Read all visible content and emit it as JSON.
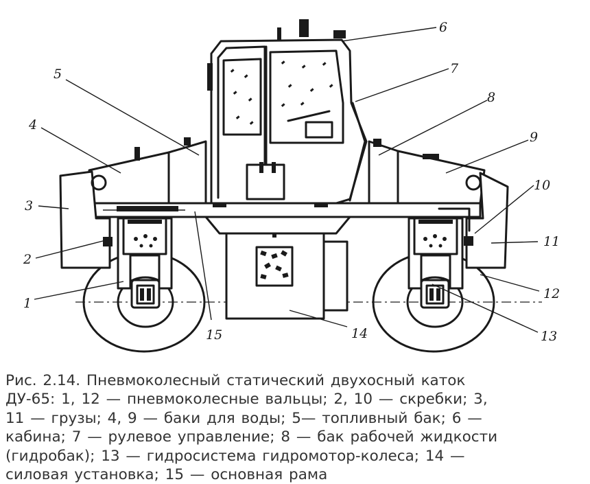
{
  "figure": {
    "labels": [
      {
        "id": "l1",
        "text": "1"
      },
      {
        "id": "l2",
        "text": "2"
      },
      {
        "id": "l3",
        "text": "3"
      },
      {
        "id": "l4",
        "text": "4"
      },
      {
        "id": "l5",
        "text": "5"
      },
      {
        "id": "l6",
        "text": "6"
      },
      {
        "id": "l7",
        "text": "7"
      },
      {
        "id": "l8",
        "text": "8"
      },
      {
        "id": "l9",
        "text": "9"
      },
      {
        "id": "l10",
        "text": "10"
      },
      {
        "id": "l11",
        "text": "11"
      },
      {
        "id": "l12",
        "text": "12"
      },
      {
        "id": "l13",
        "text": "13"
      },
      {
        "id": "l14",
        "text": "14"
      },
      {
        "id": "l15",
        "text": "15"
      }
    ]
  },
  "caption": {
    "lines": [
      "Рис. 2.14. Пневмоколесный статический двухосный каток",
      "ДУ-65: 1, 12 — пневмоколесные вальцы; 2, 10 — скребки; 3,",
      "11 — грузы; 4, 9 — баки для воды; 5— топливный бак; 6 —",
      "кабина; 7 — рулевое управление; 8 — бак рабочей жидкости",
      "(гидробак); 13 — гидросистема гидромотор-колеса; 14 —",
      "силовая установка; 15 — основная рама"
    ]
  }
}
